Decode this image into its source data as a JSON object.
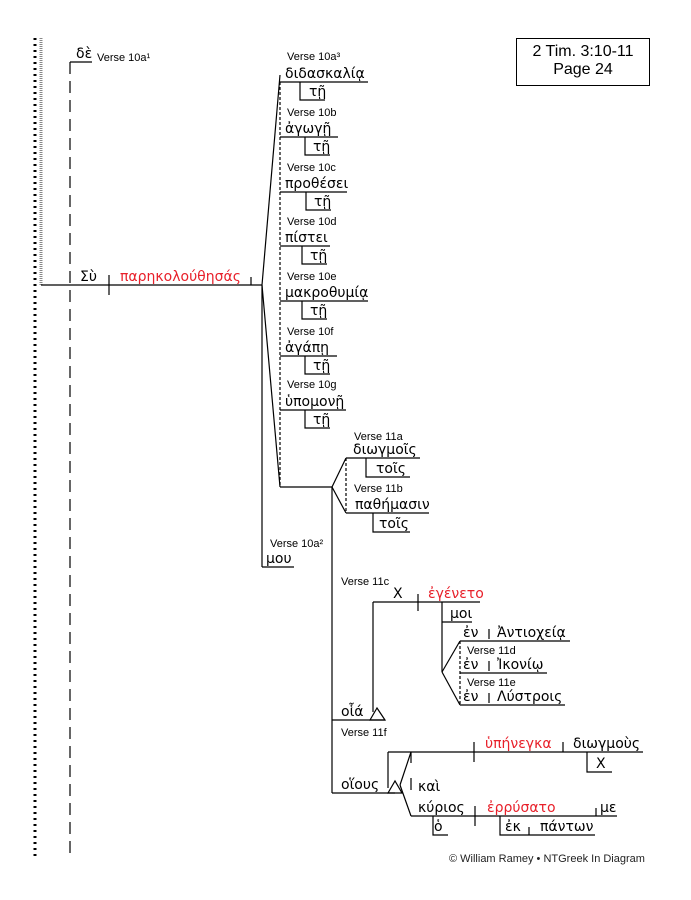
{
  "header": {
    "reference": "2 Tim. 3:10-11",
    "page": "Page 24"
  },
  "footer": "© William Ramey • NTGreek In Diagram",
  "labels": {
    "v10a1": "Verse 10a¹",
    "v10a2": "Verse 10a²",
    "v10a3": "Verse 10a³",
    "v10b": "Verse 10b",
    "v10c": "Verse 10c",
    "v10d": "Verse 10d",
    "v10e": "Verse 10e",
    "v10f": "Verse 10f",
    "v10g": "Verse 10g",
    "v11a": "Verse 11a",
    "v11b": "Verse 11b",
    "v11c": "Verse 11c",
    "v11d": "Verse 11d",
    "v11e": "Verse 11e",
    "v11f": "Verse 11f"
  },
  "words": {
    "de": "δὲ",
    "su": "Σὺ",
    "verb_main": "παρηκολούθησάς",
    "didaskalia": "διδασκαλίᾳ",
    "agoge": "ἀγωγῇ",
    "prothesei": "προθέσει",
    "pistei": "πίστει",
    "makrothumia": "μακροθυμίᾳ",
    "agape": "ἀγάπῃ",
    "hupomone": "ὑπομονῇ",
    "te": "τῇ",
    "diogmois": "διωγμοῖς",
    "pathemasin": "παθήμασιν",
    "tois": "τοῖς",
    "mou": "μου",
    "x": "X",
    "egeneto": "ἐγένετο",
    "moi": "μοι",
    "en": "ἐν",
    "antiocheia": "Ἀντιοχείᾳ",
    "ikonio": "Ἰκονίῳ",
    "lustrois": "Λύστροις",
    "hoia": "οἷά",
    "hoious": "οἵους",
    "hupenegka": "ὑπήνεγκα",
    "diogmous": "διωγμοὺς",
    "kai": "καὶ",
    "kurios": "κύριος",
    "ho": "ὁ",
    "errusato": "ἐρρύσατο",
    "me": "με",
    "ek": "ἐκ",
    "panton": "πάντων"
  }
}
